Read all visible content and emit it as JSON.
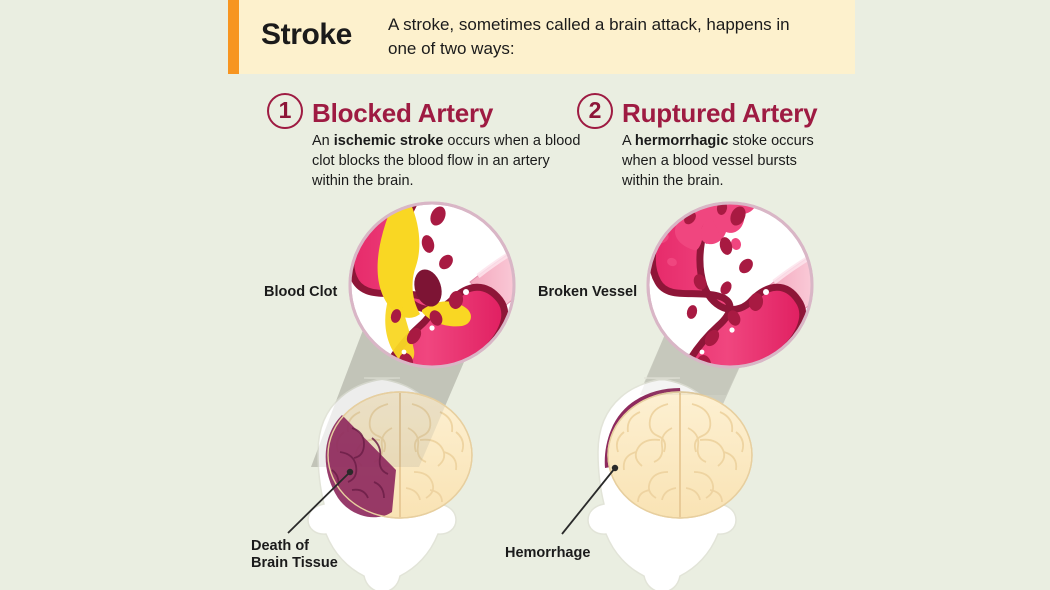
{
  "banner": {
    "title": "Stroke",
    "subtitle": "A stroke, sometimes called a brain attack, happens in one of two ways:"
  },
  "sections": [
    {
      "number": "1",
      "title": "Blocked Artery",
      "body_pre": "An ",
      "body_bold": "ischemic stroke",
      "body_post": " occurs when a blood clot blocks the blood flow in an artery within the brain.",
      "zoom_label": "Blood Clot",
      "brain_label": "Death of\nBrain Tissue"
    },
    {
      "number": "2",
      "title": "Ruptured Artery",
      "body_pre": "A ",
      "body_bold": "hermorrhagic",
      "body_post": " stoke occurs when a blood vessel bursts within the brain.",
      "zoom_label": "Broken Vessel",
      "brain_label": "Hemorrhage"
    }
  ],
  "colors": {
    "background": "#eaeee1",
    "banner_bg": "#fdf1cd",
    "banner_accent": "#f79520",
    "heading": "#9e1b42",
    "artery_pink": "#ee3f79",
    "artery_outline": "#8e1638",
    "plaque_yellow": "#f9d723",
    "brain_cream": "#fbe9bf",
    "dead_tissue": "#8e2a5e",
    "skull_white": "#ffffff"
  }
}
